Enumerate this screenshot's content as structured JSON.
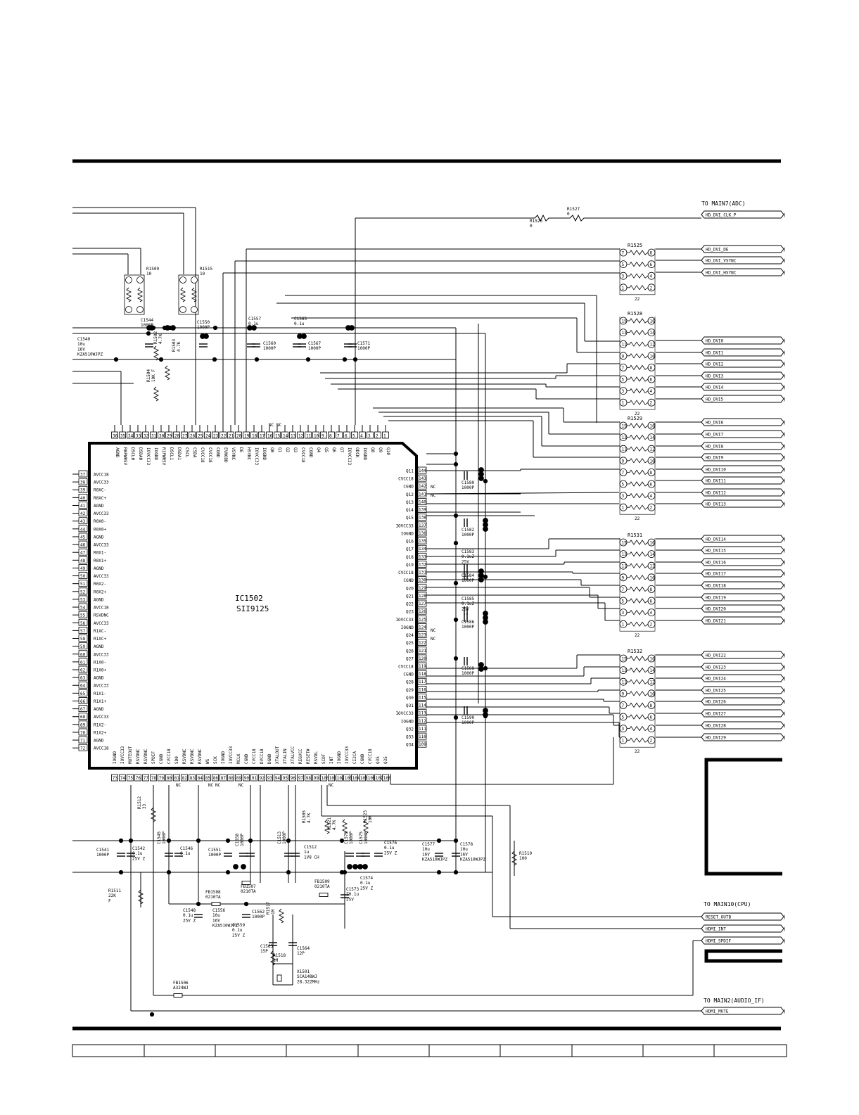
{
  "ic": {
    "ref": "IC1502",
    "part": "SII9125"
  },
  "headers": {
    "adc": "TO MAIN7(ADC)",
    "cpu": "TO MAIN10(CPU)",
    "audio": "TO MAIN2(AUDIO_IF)"
  },
  "connectors": {
    "right": [
      "HD_DVI_CLK_P",
      "HD_DVI_DE",
      "HD_DVI_VSYNC",
      "HD_DVI_HSYNC",
      "HD_DVI0",
      "HD_DVI1",
      "HD_DVI2",
      "HD_DVI3",
      "HD_DVI4",
      "HD_DVI5",
      "HD_DVI6",
      "HD_DVI7",
      "HD_DVI8",
      "HD_DVI9",
      "HD_DVI10",
      "HD_DVI11",
      "HD_DVI12",
      "HD_DVI13",
      "HD_DVI14",
      "HD_DVI15",
      "HD_DVI16",
      "HD_DVI17",
      "HD_DVI18",
      "HD_DVI19",
      "HD_DVI20",
      "HD_DVI21",
      "HD_DVI22",
      "HD_DVI23",
      "HD_DVI24",
      "HD_DVI25",
      "HD_DVI26",
      "HD_DVI27",
      "HD_DVI28",
      "HD_DVI29"
    ],
    "cpu": [
      "RESET_OUTB",
      "HDMI_INT",
      "HDMI_SPDIF"
    ],
    "audio": [
      "HDMI_MUTE"
    ]
  },
  "pins": {
    "top": [
      {
        "n": "36",
        "name": "AGND"
      },
      {
        "n": "35",
        "name": "R0PWR5V"
      },
      {
        "n": "34",
        "name": "DSCL0"
      },
      {
        "n": "33",
        "name": "DSDA0"
      },
      {
        "n": "32",
        "name": "IOVCC33"
      },
      {
        "n": "31",
        "name": "IOGND"
      },
      {
        "n": "30",
        "name": "R1PWR5V"
      },
      {
        "n": "29",
        "name": "DSCL1"
      },
      {
        "n": "28",
        "name": "DSDA1"
      },
      {
        "n": "27",
        "name": "CSCL"
      },
      {
        "n": "26",
        "name": "CSDA"
      },
      {
        "n": "25",
        "name": "CVCC18"
      },
      {
        "n": "24",
        "name": "CVCC18"
      },
      {
        "n": "23",
        "name": "CGND"
      },
      {
        "n": "22",
        "name": "EVNODD"
      },
      {
        "n": "21",
        "name": "VSYNC"
      },
      {
        "n": "20",
        "name": "DE"
      },
      {
        "n": "19",
        "name": "HSYNC"
      },
      {
        "n": "18",
        "name": "IOVCC33"
      },
      {
        "n": "17",
        "name": "IOGND"
      },
      {
        "n": "16",
        "name": "Q0"
      },
      {
        "n": "15",
        "name": "Q1"
      },
      {
        "n": "14",
        "name": "Q2"
      },
      {
        "n": "13",
        "name": "Q3"
      },
      {
        "n": "12",
        "name": "CVCC18"
      },
      {
        "n": "11",
        "name": "CGND"
      },
      {
        "n": "10",
        "name": "Q4"
      },
      {
        "n": "9",
        "name": "Q5"
      },
      {
        "n": "8",
        "name": "Q6"
      },
      {
        "n": "7",
        "name": "Q7"
      },
      {
        "n": "6",
        "name": "IOVCC33"
      },
      {
        "n": "5",
        "name": "ODCK"
      },
      {
        "n": "4",
        "name": "IOGND"
      },
      {
        "n": "3",
        "name": "Q8"
      },
      {
        "n": "2",
        "name": "Q9"
      },
      {
        "n": "1",
        "name": "Q10"
      }
    ],
    "left": [
      {
        "n": "37",
        "name": "AVCC18"
      },
      {
        "n": "38",
        "name": "AVCC33"
      },
      {
        "n": "39",
        "name": "R0XC-"
      },
      {
        "n": "40",
        "name": "R0XC+"
      },
      {
        "n": "41",
        "name": "AGND"
      },
      {
        "n": "42",
        "name": "AVCC33"
      },
      {
        "n": "43",
        "name": "R0X0-"
      },
      {
        "n": "44",
        "name": "R0X0+"
      },
      {
        "n": "45",
        "name": "AGND"
      },
      {
        "n": "46",
        "name": "AVCC33"
      },
      {
        "n": "47",
        "name": "R0X1-"
      },
      {
        "n": "48",
        "name": "R0X1+"
      },
      {
        "n": "49",
        "name": "AGND"
      },
      {
        "n": "50",
        "name": "AVCC33"
      },
      {
        "n": "51",
        "name": "R0X2-"
      },
      {
        "n": "52",
        "name": "R0X2+"
      },
      {
        "n": "53",
        "name": "AGND"
      },
      {
        "n": "54",
        "name": "AVCC18"
      },
      {
        "n": "55",
        "name": "RSVDNC"
      },
      {
        "n": "56",
        "name": "AVCC33"
      },
      {
        "n": "57",
        "name": "R1XC-"
      },
      {
        "n": "58",
        "name": "R1XC+"
      },
      {
        "n": "59",
        "name": "AGND"
      },
      {
        "n": "60",
        "name": "AVCC33"
      },
      {
        "n": "61",
        "name": "R1X0-"
      },
      {
        "n": "62",
        "name": "R1X0+"
      },
      {
        "n": "63",
        "name": "AGND"
      },
      {
        "n": "64",
        "name": "AVCC33"
      },
      {
        "n": "65",
        "name": "R1X1-"
      },
      {
        "n": "66",
        "name": "R1X1+"
      },
      {
        "n": "67",
        "name": "AGND"
      },
      {
        "n": "68",
        "name": "AVCC33"
      },
      {
        "n": "69",
        "name": "R1X2-"
      },
      {
        "n": "70",
        "name": "R1X2+"
      },
      {
        "n": "71",
        "name": "AGND"
      },
      {
        "n": "72",
        "name": "AVCC18"
      }
    ],
    "right": [
      {
        "n": "144",
        "name": "Q11"
      },
      {
        "n": "143",
        "name": "CVCC18"
      },
      {
        "n": "142",
        "name": "CGND"
      },
      {
        "n": "141",
        "name": "Q12"
      },
      {
        "n": "140",
        "name": "Q13"
      },
      {
        "n": "139",
        "name": "Q14"
      },
      {
        "n": "138",
        "name": "Q15"
      },
      {
        "n": "137",
        "name": "IOVCC33"
      },
      {
        "n": "136",
        "name": "IOGND"
      },
      {
        "n": "135",
        "name": "Q16"
      },
      {
        "n": "134",
        "name": "Q17"
      },
      {
        "n": "133",
        "name": "Q18"
      },
      {
        "n": "132",
        "name": "Q19"
      },
      {
        "n": "131",
        "name": "CVCC18"
      },
      {
        "n": "130",
        "name": "CGND"
      },
      {
        "n": "129",
        "name": "Q20"
      },
      {
        "n": "128",
        "name": "Q21"
      },
      {
        "n": "127",
        "name": "Q22"
      },
      {
        "n": "126",
        "name": "Q23"
      },
      {
        "n": "125",
        "name": "IOVCC33"
      },
      {
        "n": "124",
        "name": "IOGND"
      },
      {
        "n": "123",
        "name": "Q24"
      },
      {
        "n": "122",
        "name": "Q25"
      },
      {
        "n": "121",
        "name": "Q26"
      },
      {
        "n": "120",
        "name": "Q27"
      },
      {
        "n": "119",
        "name": "CVCC18"
      },
      {
        "n": "118",
        "name": "CGND"
      },
      {
        "n": "117",
        "name": "Q28"
      },
      {
        "n": "116",
        "name": "Q29"
      },
      {
        "n": "115",
        "name": "Q30"
      },
      {
        "n": "114",
        "name": "Q31"
      },
      {
        "n": "113",
        "name": "IOVCC33"
      },
      {
        "n": "112",
        "name": "IOGND"
      },
      {
        "n": "111",
        "name": "Q32"
      },
      {
        "n": "110",
        "name": "Q33"
      },
      {
        "n": "109",
        "name": "Q34"
      }
    ],
    "bottom": [
      {
        "n": "73",
        "name": "IOGND"
      },
      {
        "n": "74",
        "name": "IOVCC33"
      },
      {
        "n": "75",
        "name": "MUTEOUT"
      },
      {
        "n": "76",
        "name": "RSVDNC"
      },
      {
        "n": "77",
        "name": "RSVDNC"
      },
      {
        "n": "78",
        "name": "SPDIF"
      },
      {
        "n": "79",
        "name": "CGND"
      },
      {
        "n": "80",
        "name": "CVCC18"
      },
      {
        "n": "81",
        "name": "SD0"
      },
      {
        "n": "82",
        "name": "RSVDNC"
      },
      {
        "n": "83",
        "name": "RSVDNC"
      },
      {
        "n": "84",
        "name": "RSVDNC"
      },
      {
        "n": "85",
        "name": "WS"
      },
      {
        "n": "86",
        "name": "SCK"
      },
      {
        "n": "87",
        "name": "IOGND"
      },
      {
        "n": "88",
        "name": "IOVCC33"
      },
      {
        "n": "89",
        "name": "MCLK"
      },
      {
        "n": "90",
        "name": "CGND"
      },
      {
        "n": "91",
        "name": "CVCC18"
      },
      {
        "n": "92",
        "name": "DVCC18"
      },
      {
        "n": "93",
        "name": "DGND"
      },
      {
        "n": "94",
        "name": "XTALOUT"
      },
      {
        "n": "95",
        "name": "XTALIN"
      },
      {
        "n": "96",
        "name": "XTALVCC"
      },
      {
        "n": "97",
        "name": "REGVCC"
      },
      {
        "n": "98",
        "name": "RESET#"
      },
      {
        "n": "99",
        "name": "RSVDL"
      },
      {
        "n": "100",
        "name": "SCDT"
      },
      {
        "n": "101",
        "name": "INT"
      },
      {
        "n": "102",
        "name": "IOGND"
      },
      {
        "n": "103",
        "name": "IOVCC33"
      },
      {
        "n": "104",
        "name": "CI2CA"
      },
      {
        "n": "105",
        "name": "CGND"
      },
      {
        "n": "106",
        "name": "CVCC18"
      },
      {
        "n": "107",
        "name": "Q35"
      },
      {
        "n": "108",
        "name": "Q35"
      }
    ]
  },
  "resistor_networks": [
    {
      "ref": "R1525",
      "value": "22",
      "pins": [
        "7",
        "8",
        "5",
        "6",
        "3",
        "4",
        "1",
        "2"
      ]
    },
    {
      "ref": "R1528",
      "value": "22",
      "pins": [
        "15",
        "16",
        "13",
        "14",
        "11",
        "12",
        "9",
        "10",
        "7",
        "8",
        "5",
        "6",
        "3",
        "4",
        "1",
        "2"
      ]
    },
    {
      "ref": "R1529",
      "value": "22",
      "pins": [
        "15",
        "16",
        "13",
        "14",
        "11",
        "12",
        "9",
        "10",
        "7",
        "8",
        "5",
        "6",
        "3",
        "4",
        "1",
        "2"
      ]
    },
    {
      "ref": "R1531",
      "value": "22",
      "pins": [
        "15",
        "16",
        "13",
        "14",
        "11",
        "12",
        "9",
        "10",
        "7",
        "8",
        "5",
        "6",
        "3",
        "4",
        "1",
        "2"
      ]
    },
    {
      "ref": "R1532",
      "value": "22",
      "pins": [
        "15",
        "16",
        "13",
        "14",
        "11",
        "12",
        "9",
        "10",
        "7",
        "8",
        "5",
        "6",
        "3",
        "4",
        "1",
        "2"
      ]
    }
  ],
  "parts": [
    {
      "ref": "R1509",
      "value": "10"
    },
    {
      "ref": "R1515",
      "value": "10"
    },
    {
      "ref": "R1527",
      "value": "0"
    },
    {
      "ref": "R1526",
      "value": "0"
    },
    {
      "ref": "C1540",
      "value": "10u",
      "v": "16V",
      "pn": "KZA510WJPZ"
    },
    {
      "ref": "C1544",
      "value": "1000P"
    },
    {
      "ref": "R1502",
      "value": "4.7K"
    },
    {
      "ref": "R1503",
      "value": "4.7K"
    },
    {
      "ref": "R1504",
      "value": "10K F"
    },
    {
      "ref": "C1550",
      "value": "1000P"
    },
    {
      "ref": "C1557",
      "value": "0.1u"
    },
    {
      "ref": "C1560",
      "value": "1000P"
    },
    {
      "ref": "C1565",
      "value": "0.1u"
    },
    {
      "ref": "C1567",
      "value": "1000P"
    },
    {
      "ref": "C1571",
      "value": "1000P"
    },
    {
      "ref": "C1580",
      "value": "1000P"
    },
    {
      "ref": "C1582",
      "value": "1000P"
    },
    {
      "ref": "C1583",
      "value": "0.1uZ",
      "v": "25V"
    },
    {
      "ref": "C1584",
      "value": "1000P"
    },
    {
      "ref": "C1585",
      "value": "0.1uZ",
      "v": "25V"
    },
    {
      "ref": "C1586",
      "value": "1000P"
    },
    {
      "ref": "C1588",
      "value": "1000P"
    },
    {
      "ref": "C1590",
      "value": "1000P"
    },
    {
      "ref": "R1512",
      "value": "33"
    },
    {
      "ref": "C1541",
      "value": "1000P"
    },
    {
      "ref": "C1542",
      "value": "0.1u",
      "v": "25V",
      "z": "Z"
    },
    {
      "ref": "C1545",
      "value": "1000P"
    },
    {
      "ref": "C1546",
      "value": "0.1u"
    },
    {
      "ref": "C1551",
      "value": "1000P"
    },
    {
      "ref": "C1558",
      "value": "1000P"
    },
    {
      "ref": "R1505",
      "value": "4.7K"
    },
    {
      "ref": "C1513",
      "value": "1000P"
    },
    {
      "ref": "C1512",
      "value": "1u",
      "v": "1V8",
      "z": "CH"
    },
    {
      "ref": "R1521",
      "value": "4.7K"
    },
    {
      "ref": "C1572",
      "value": "1000P"
    },
    {
      "ref": "C1575",
      "value": "1000P"
    },
    {
      "ref": "R1523",
      "value": "10K"
    },
    {
      "ref": "C1576",
      "value": "0.1u",
      "v": "25V",
      "z": "Z"
    },
    {
      "ref": "C1577",
      "value": "10u",
      "v": "16V",
      "pn": "KZA510WJPZ"
    },
    {
      "ref": "C1578",
      "value": "10u",
      "v": "16V",
      "pn": "KZA510WJPZ"
    },
    {
      "ref": "R1519",
      "value": "100"
    },
    {
      "ref": "R1511",
      "value": "22K",
      "z": "F"
    },
    {
      "ref": "FB1508",
      "value": "0210TA"
    },
    {
      "ref": "FB1507",
      "value": "0210TA"
    },
    {
      "ref": "FB1509",
      "value": "0210TA"
    },
    {
      "ref": "C1574",
      "value": "0.1u",
      "v": "25V",
      "z": "Z"
    },
    {
      "ref": "C1573",
      "value": "Z0.1u",
      "v": "25V"
    },
    {
      "ref": "C1548",
      "value": "0.1u",
      "v": "25V",
      "z": "Z"
    },
    {
      "ref": "C1556",
      "value": "10u",
      "v": "16V",
      "pn": "KZA510WJPZ"
    },
    {
      "ref": "C1559",
      "value": "0.1u",
      "v": "25V Z"
    },
    {
      "ref": "C1562",
      "value": "1000P"
    },
    {
      "ref": "R1517",
      "value": "1M"
    },
    {
      "ref": "C1563",
      "value": "15P"
    },
    {
      "ref": "C1564",
      "value": "12P"
    },
    {
      "ref": "R1518",
      "value": "1M"
    },
    {
      "ref": "X1501",
      "value": "SCA148WJ",
      "freq": "28.322MHz"
    },
    {
      "ref": "FB1506",
      "value": "A324WJ"
    }
  ],
  "nc": "NC"
}
